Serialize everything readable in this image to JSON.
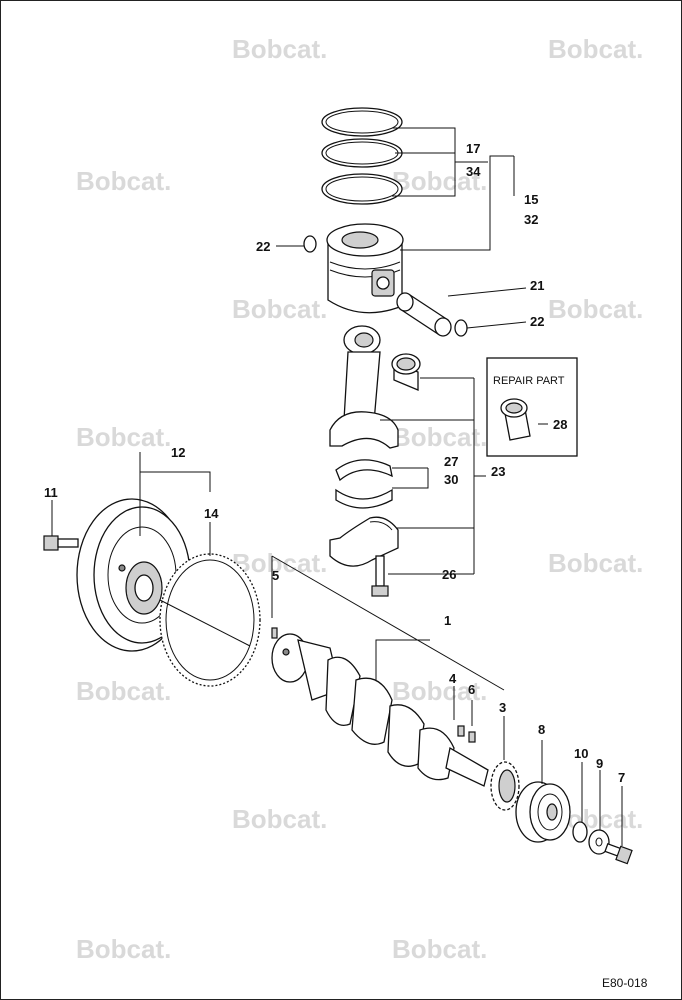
{
  "watermark": {
    "text": "Bobcat."
  },
  "diagram": {
    "callouts": [
      {
        "id": "c17",
        "text": "17"
      },
      {
        "id": "c34",
        "text": "34"
      },
      {
        "id": "c15",
        "text": "15"
      },
      {
        "id": "c32",
        "text": "32"
      },
      {
        "id": "c22a",
        "text": "22"
      },
      {
        "id": "c21",
        "text": "21"
      },
      {
        "id": "c22b",
        "text": "22"
      },
      {
        "id": "c28",
        "text": "28"
      },
      {
        "id": "c27",
        "text": "27"
      },
      {
        "id": "c30",
        "text": "30"
      },
      {
        "id": "c23",
        "text": "23"
      },
      {
        "id": "c26",
        "text": "26"
      },
      {
        "id": "c12",
        "text": "12"
      },
      {
        "id": "c11",
        "text": "11"
      },
      {
        "id": "c14",
        "text": "14"
      },
      {
        "id": "c5",
        "text": "5"
      },
      {
        "id": "c1",
        "text": "1"
      },
      {
        "id": "c4",
        "text": "4"
      },
      {
        "id": "c6",
        "text": "6"
      },
      {
        "id": "c3",
        "text": "3"
      },
      {
        "id": "c8",
        "text": "8"
      },
      {
        "id": "c10",
        "text": "10"
      },
      {
        "id": "c9",
        "text": "9"
      },
      {
        "id": "c7",
        "text": "7"
      }
    ],
    "repair_box": {
      "label": "REPAIR PART"
    },
    "figure_code": "E80-018"
  }
}
